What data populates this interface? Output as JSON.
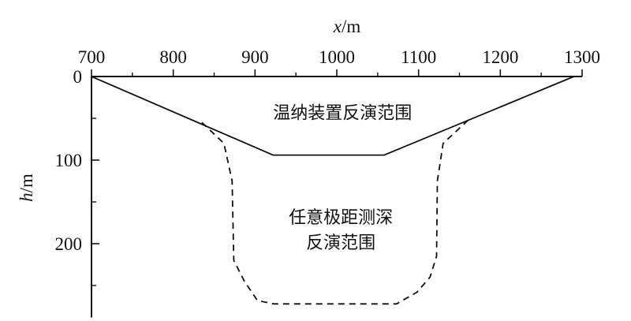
{
  "chart_data": {
    "type": "diagram",
    "x_axis": {
      "var": "x",
      "unit": "/m",
      "ticks": [
        700,
        800,
        900,
        1000,
        1100,
        1200,
        1300
      ],
      "range": [
        700,
        1300
      ],
      "position": "top"
    },
    "y_axis": {
      "var": "h",
      "unit": "/m",
      "ticks": [
        0,
        100,
        200
      ],
      "minor_ticks": [
        50,
        150,
        250
      ],
      "range": [
        0,
        275
      ],
      "inverted": true
    },
    "regions": [
      {
        "label_lines": [
          "温纳装置反演范围"
        ],
        "style": "solid",
        "color": "#111111",
        "label_at": [
          1007,
          43
        ],
        "points": [
          [
            700,
            0
          ],
          [
            922,
            94
          ],
          [
            1058,
            94
          ],
          [
            1290,
            0
          ]
        ]
      },
      {
        "label_lines": [
          "任意极距测深",
          "反演范围"
        ],
        "style": "dashed",
        "color": "#111111",
        "label_at": [
          1005,
          168
        ],
        "points": [
          [
            835,
            55
          ],
          [
            862,
            80
          ],
          [
            872,
            125
          ],
          [
            874,
            220
          ],
          [
            887,
            245
          ],
          [
            903,
            268
          ],
          [
            923,
            272
          ],
          [
            1073,
            272
          ],
          [
            1098,
            258
          ],
          [
            1114,
            240
          ],
          [
            1122,
            215
          ],
          [
            1123,
            125
          ],
          [
            1130,
            80
          ],
          [
            1162,
            51
          ]
        ]
      }
    ]
  }
}
